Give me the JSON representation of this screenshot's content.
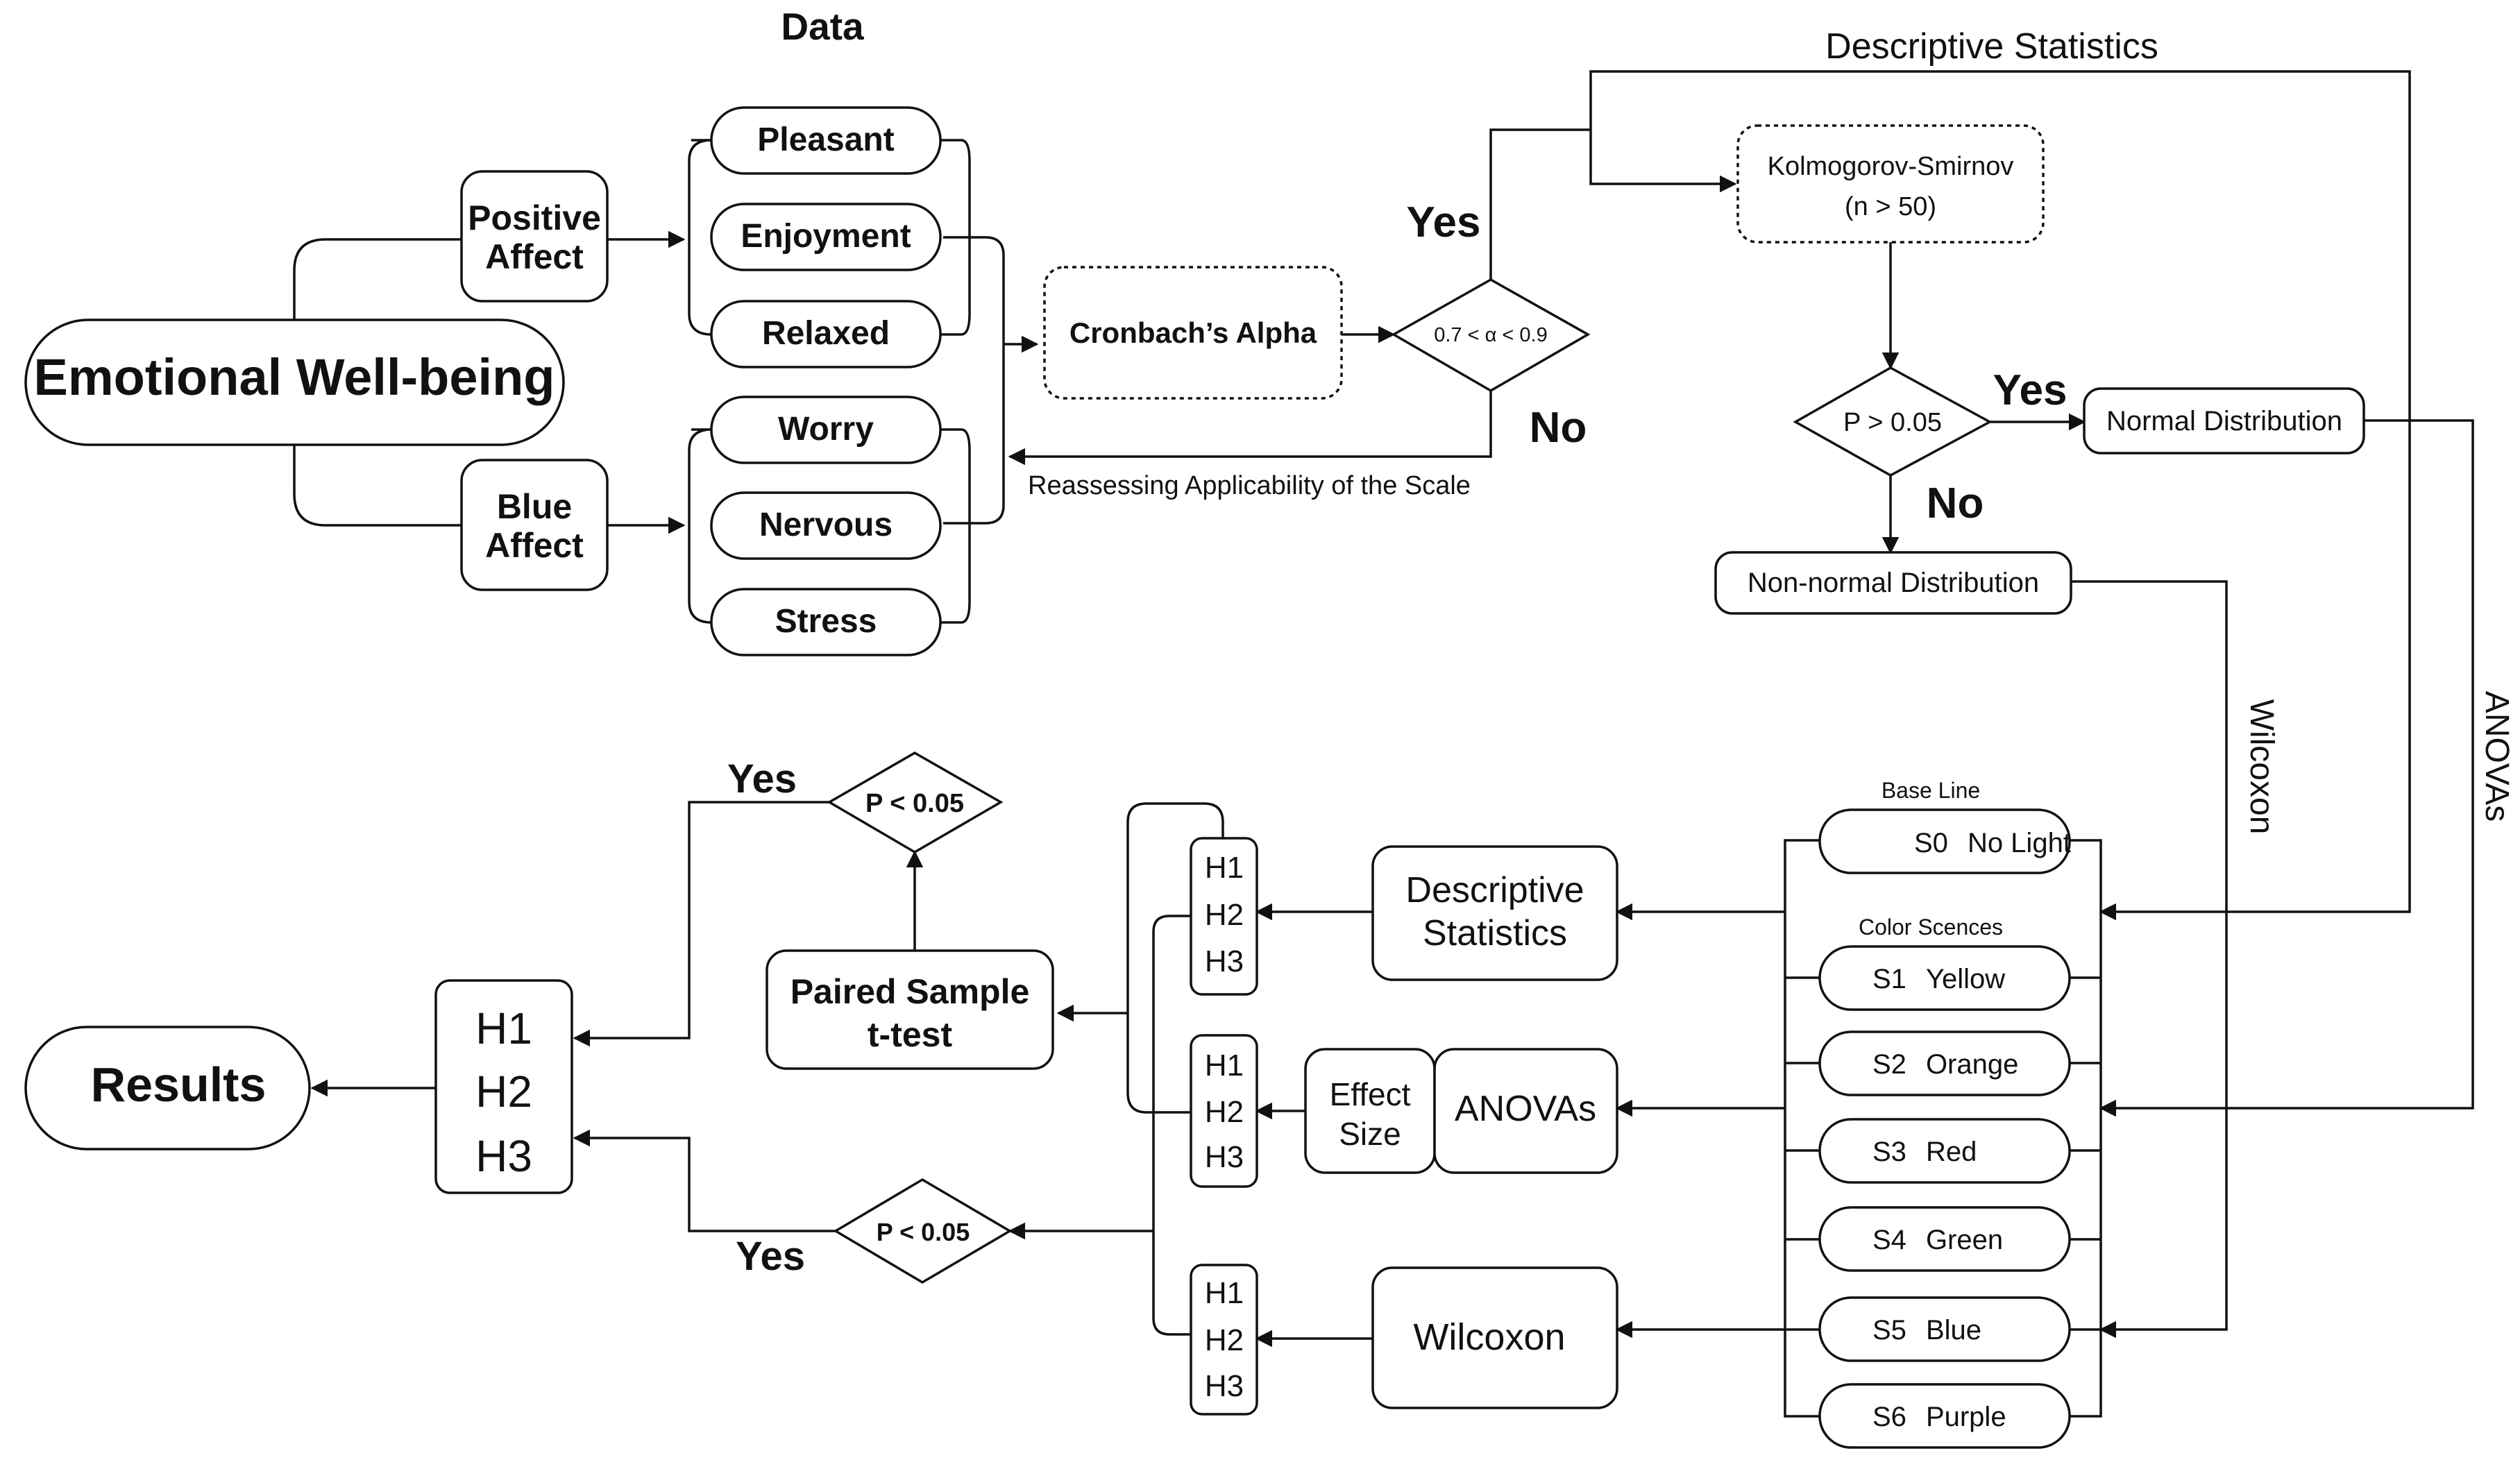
{
  "header": {
    "data_label": "Data",
    "descriptive_label": "Descriptive Statistics"
  },
  "measure": {
    "root": "Emotional Well-being",
    "positive_affect": [
      "Positive",
      "Affect"
    ],
    "blue_affect": [
      "Blue",
      "Affect"
    ],
    "positive_items": [
      "Pleasant",
      "Enjoyment",
      "Relaxed"
    ],
    "blue_items": [
      "Worry",
      "Nervous",
      "Stress"
    ]
  },
  "reliability": {
    "method": "Cronbach’s Alpha",
    "condition": "0.7 < α < 0.9",
    "yes": "Yes",
    "no": "No",
    "reassess": "Reassessing Applicability of the Scale"
  },
  "normality": {
    "test": [
      "Kolmogorov-Smirnov",
      "(n > 50)"
    ],
    "condition": "P > 0.05",
    "yes": "Yes",
    "no": "No",
    "normal": "Normal Distribution",
    "nonnormal": "Non-normal Distribution",
    "wilcoxon_path": "Wilcoxon",
    "anovas_path": "ANOVAs"
  },
  "scenes": {
    "baseline_label": "Base Line",
    "color_label": "Color Scences",
    "items": [
      {
        "code": "S0",
        "name": "No Light"
      },
      {
        "code": "S1",
        "name": "Yellow"
      },
      {
        "code": "S2",
        "name": "Orange"
      },
      {
        "code": "S3",
        "name": "Red"
      },
      {
        "code": "S4",
        "name": "Green"
      },
      {
        "code": "S5",
        "name": "Blue"
      },
      {
        "code": "S6",
        "name": "Purple"
      }
    ]
  },
  "analysis": {
    "descriptive": [
      "Descriptive",
      "Statistics"
    ],
    "effect_size": [
      "Effect",
      "Size"
    ],
    "anovas": "ANOVAs",
    "wilcoxon": "Wilcoxon",
    "hypotheses": [
      "H1",
      "H2",
      "H3"
    ],
    "paired": [
      "Paired Sample",
      "t-test"
    ],
    "significance": "P < 0.05",
    "yes": "Yes",
    "results": "Results"
  }
}
